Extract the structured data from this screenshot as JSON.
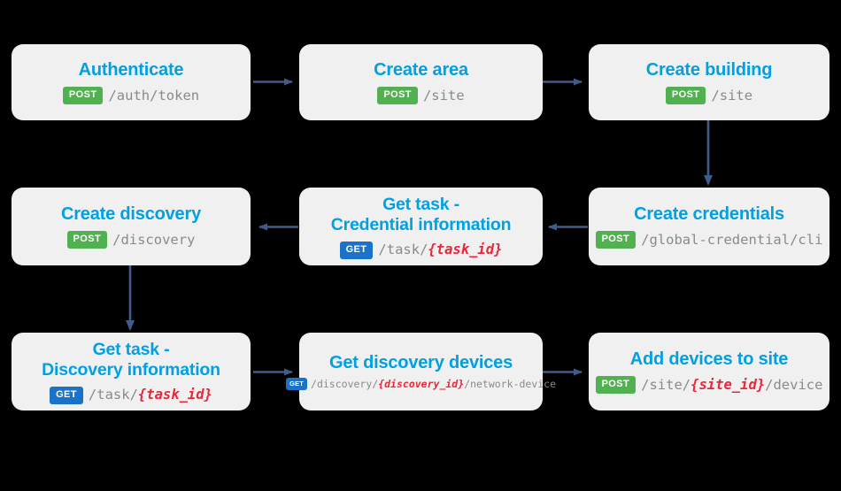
{
  "diagram": {
    "title_color": "#00a0e3",
    "box_bg": "#f0f0f0",
    "background": "#000000",
    "arrow_color": "#3f5c8c",
    "path_color": "#8a8a8a",
    "var_color": "#e8273a",
    "verb_colors": {
      "POST": "#51b04f",
      "GET": "#1a73c8"
    },
    "nodes": [
      {
        "id": "authenticate",
        "title": "Authenticate",
        "verb": "POST",
        "path_prefix": "/auth/token",
        "path_var": "",
        "path_suffix": ""
      },
      {
        "id": "create-area",
        "title": "Create area",
        "verb": "POST",
        "path_prefix": "/site",
        "path_var": "",
        "path_suffix": ""
      },
      {
        "id": "create-building",
        "title": "Create building",
        "verb": "POST",
        "path_prefix": "/site",
        "path_var": "",
        "path_suffix": ""
      },
      {
        "id": "create-credentials",
        "title": "Create credentials",
        "verb": "POST",
        "path_prefix": "/global-credential/cli",
        "path_var": "",
        "path_suffix": ""
      },
      {
        "id": "get-task-credential",
        "title": "Get task -\nCredential information",
        "verb": "GET",
        "path_prefix": "/task/",
        "path_var": "{task_id}",
        "path_suffix": ""
      },
      {
        "id": "create-discovery",
        "title": "Create discovery",
        "verb": "POST",
        "path_prefix": "/discovery",
        "path_var": "",
        "path_suffix": ""
      },
      {
        "id": "get-task-discovery",
        "title": "Get task -\nDiscovery information",
        "verb": "GET",
        "path_prefix": "/task/",
        "path_var": "{task_id}",
        "path_suffix": ""
      },
      {
        "id": "get-discovery-devices",
        "title": "Get discovery devices",
        "verb": "GET",
        "path_prefix": "/discovery/",
        "path_var": "{discovery_id}",
        "path_suffix": "/network-device"
      },
      {
        "id": "add-devices-to-site",
        "title": "Add devices to site",
        "verb": "POST",
        "path_prefix": "/site/",
        "path_var": "{site_id}",
        "path_suffix": "/device"
      }
    ]
  }
}
